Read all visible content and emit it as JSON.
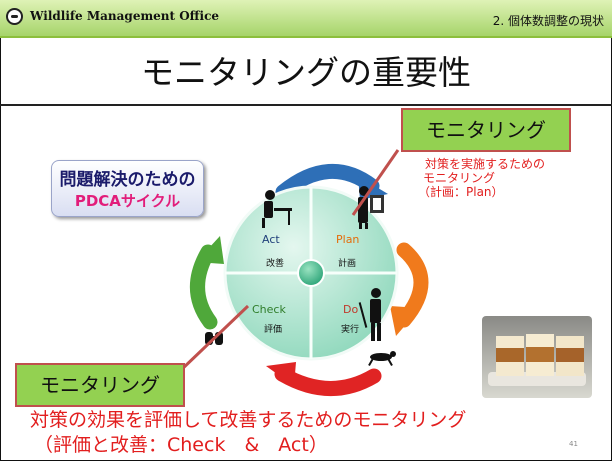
{
  "header": {
    "org": "Wildlife Management Office",
    "section": "2. 個体数調整の現状"
  },
  "title": "モニタリングの重要性",
  "pdca_box": {
    "line1": "問題解決のための",
    "line2": "PDCAサイクル"
  },
  "callout_top": {
    "label": "モニタリング",
    "note": [
      "対策を実施するための",
      "モニタリング",
      "（計画：Plan）"
    ]
  },
  "callout_left": {
    "label": "モニタリング"
  },
  "cycle": {
    "act": {
      "label": "Act",
      "sub": "改善"
    },
    "plan": {
      "label": "Plan",
      "sub": "計画"
    },
    "check": {
      "label": "Check",
      "sub": "評価"
    },
    "do": {
      "label": "Do",
      "sub": "実行"
    }
  },
  "bottom": {
    "line1": "対策の効果を評価して改善するためのモニタリング",
    "line2": "（評価と改善：Check　&　Act）"
  },
  "page_number": "41",
  "colors": {
    "accent_red": "#e21e1e",
    "green_box": "#93d151",
    "arrow_blue": "#2e6fb7",
    "arrow_orange": "#f07a1c",
    "arrow_green": "#4fa83a",
    "arrow_red": "#e02424"
  }
}
